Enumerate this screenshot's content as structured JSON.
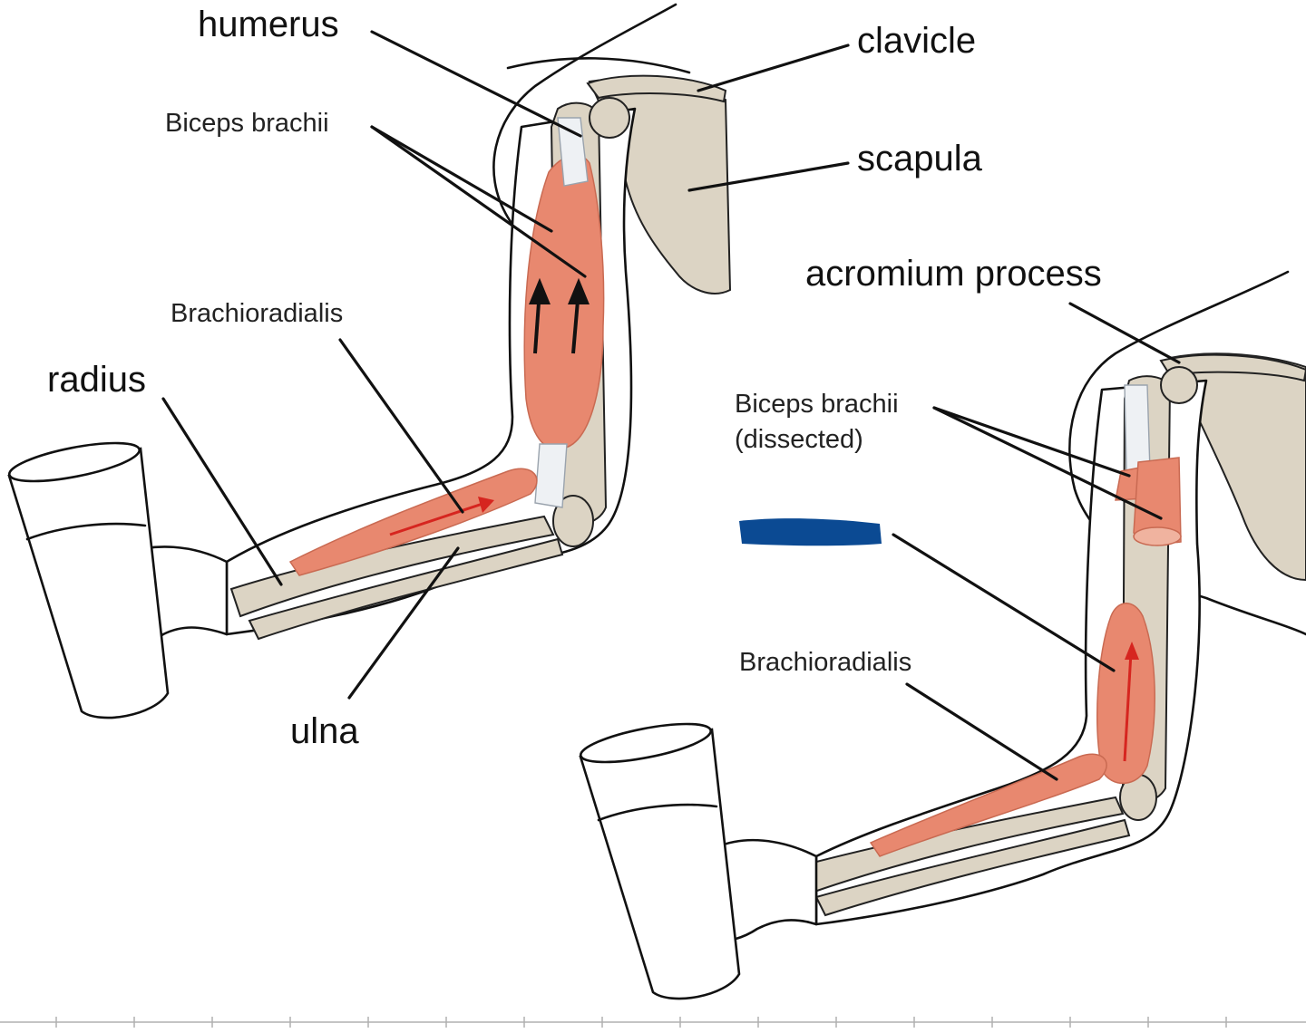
{
  "left_figure": {
    "labels": {
      "humerus": "humerus",
      "clavicle": "clavicle",
      "biceps": "Biceps brachii",
      "scapula": "scapula",
      "brachioradialis": "Brachioradialis",
      "radius": "radius",
      "ulna": "ulna"
    }
  },
  "right_figure": {
    "labels": {
      "acromium": "acromium process",
      "biceps_line1": "Biceps brachii",
      "biceps_line2": "(dissected)",
      "brachioradialis": "Brachioradialis"
    },
    "redaction_color": "#0b4a93"
  },
  "colors": {
    "muscle": "#e8886f",
    "bone": "#dcd4c4",
    "tendon": "#eef1f4",
    "arrow_red": "#d6251f"
  }
}
